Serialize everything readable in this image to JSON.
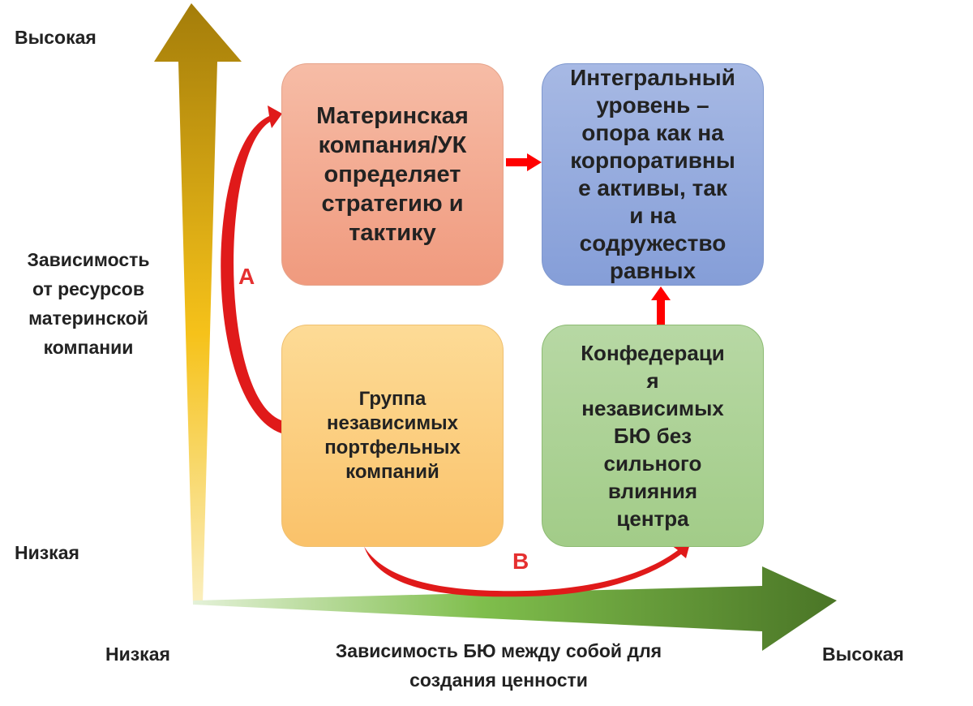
{
  "y_axis": {
    "high_label": "Высокая",
    "low_label": "Низкая",
    "title_lines": [
      "Зависимость",
      "от ресурсов",
      "материнской",
      "компании"
    ]
  },
  "x_axis": {
    "low_label": "Низкая",
    "high_label": "Высокая",
    "title_lines": [
      "Зависимость БЮ между собой для",
      "создания ценности"
    ]
  },
  "boxes": {
    "parent": {
      "lines": [
        "Материнская",
        "компания/УК",
        "определяет",
        "стратегию и",
        "тактику"
      ],
      "color": "#f4a98d"
    },
    "integral": {
      "lines": [
        "Интегральный",
        "уровень –",
        "опора как на",
        "корпоративны",
        "е активы, так",
        "и на",
        "содружество",
        "равных"
      ],
      "color": "#97acdd"
    },
    "group": {
      "lines": [
        "Группа",
        "независимых",
        "портфельных",
        "компаний"
      ],
      "color": "#fcce80"
    },
    "confed": {
      "lines": [
        "Конфедераци",
        "я",
        "независимых",
        "БЮ без",
        "сильного",
        "влияния",
        "центра"
      ],
      "color": "#aed396"
    }
  },
  "transitions": {
    "a_label": "А",
    "b_label": "В"
  },
  "colors": {
    "y_axis_top": "#a47d0a",
    "y_axis_bottom": "#fbe9a4",
    "x_axis_start": "#d9ecc8",
    "x_axis_end": "#4e7a2a",
    "transition_arrow": "#e01a1a"
  }
}
